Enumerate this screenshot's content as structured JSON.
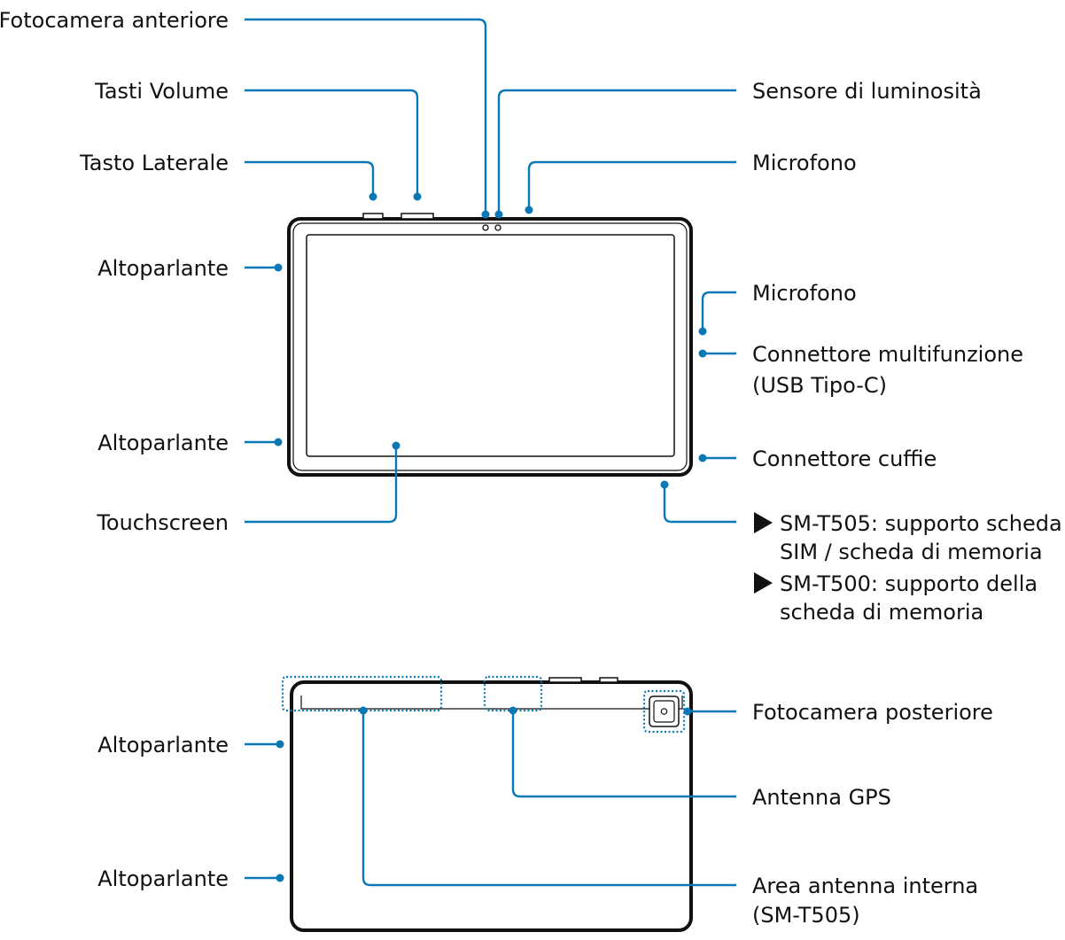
{
  "front_labels": {
    "front_camera": "Fotocamera anteriore",
    "volume_keys": "Tasti Volume",
    "side_key": "Tasto Laterale",
    "speaker_top_left": "Altoparlante",
    "speaker_bottom_left": "Altoparlante",
    "touchscreen": "Touchscreen",
    "light_sensor": "Sensore di luminosità",
    "microphone_top": "Microfono",
    "microphone_side": "Microfono",
    "multipurpose_jack_line1": "Connettore multifunzione",
    "multipurpose_jack_line2": "(USB Tipo-C)",
    "earphone_jack": "Connettore cuffie",
    "tray_t505_line1": "SM-T505: supporto scheda",
    "tray_t505_line2": "SIM / scheda di memoria",
    "tray_t500_line1": "SM-T500: supporto della",
    "tray_t500_line2": "scheda di memoria"
  },
  "back_labels": {
    "speaker_top_left": "Altoparlante",
    "speaker_bottom_left": "Altoparlante",
    "rear_camera": "Fotocamera posteriore",
    "gps_antenna": "Antenna GPS",
    "internal_antenna_line1": "Area antenna interna",
    "internal_antenna_line2": "(SM-T505)"
  },
  "colors": {
    "leader": "#0a78b5",
    "device_outline": "#111111",
    "text": "#111111"
  }
}
